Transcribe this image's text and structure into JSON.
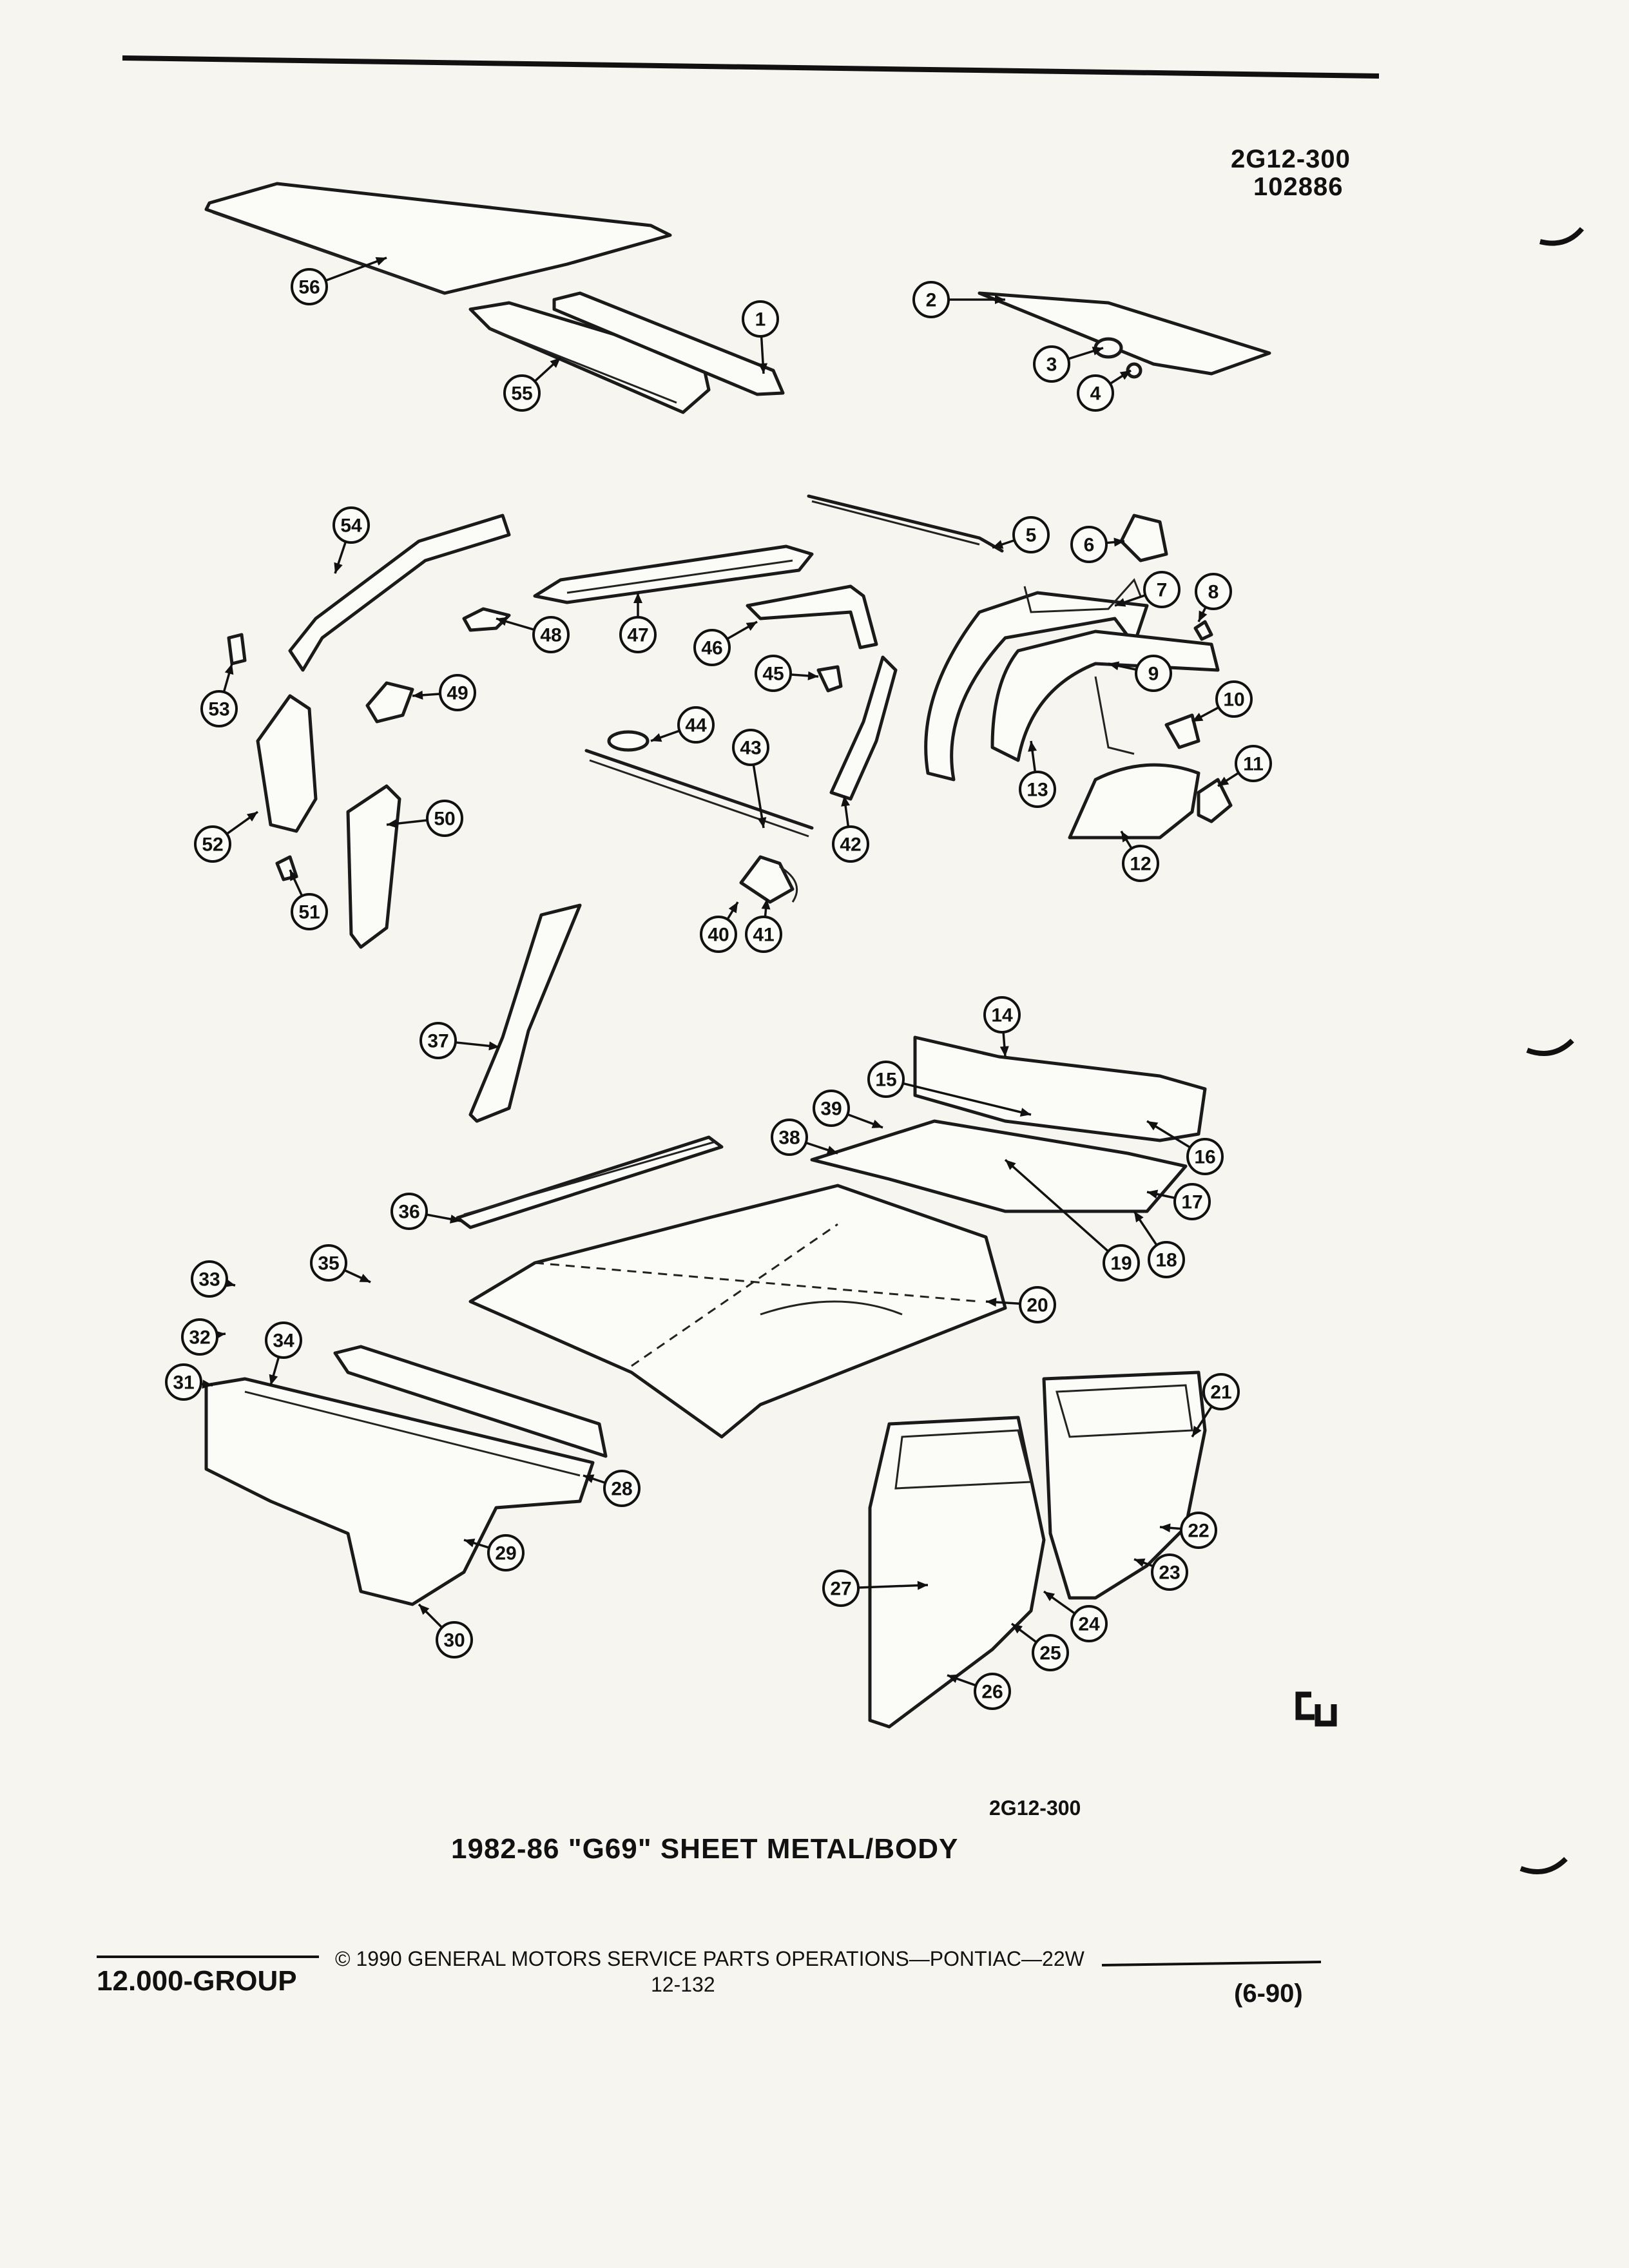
{
  "header": {
    "illustration_code": "2G12-300",
    "illustration_number": "102886"
  },
  "caption": {
    "code": "2G12-300",
    "title": "1982-86 \"G69\" SHEET METAL/BODY"
  },
  "footer": {
    "copyright": "© 1990 GENERAL MOTORS SERVICE PARTS OPERATIONS—PONTIAC—22W",
    "page": "12-132",
    "group": "12.000-GROUP",
    "date": "(6-90)"
  },
  "logo": "GU",
  "callouts": [
    "1",
    "2",
    "3",
    "4",
    "5",
    "6",
    "7",
    "8",
    "9",
    "10",
    "11",
    "12",
    "13",
    "14",
    "15",
    "16",
    "17",
    "18",
    "19",
    "20",
    "21",
    "22",
    "23",
    "24",
    "25",
    "26",
    "27",
    "28",
    "29",
    "30",
    "31",
    "32",
    "33",
    "34",
    "35",
    "36",
    "37",
    "38",
    "39",
    "40",
    "41",
    "42",
    "43",
    "44",
    "45",
    "46",
    "47",
    "48",
    "49",
    "50",
    "51",
    "52",
    "53",
    "54",
    "55",
    "56"
  ]
}
